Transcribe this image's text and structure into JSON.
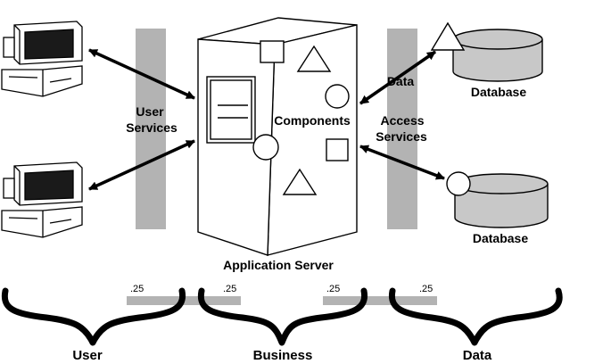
{
  "labels": {
    "user_services_line1": "User",
    "user_services_line2": "Services",
    "components": "Components",
    "data_access_line1": "Data",
    "data_access_line2": "Access",
    "data_access_line3": "Services",
    "database_top": "Database",
    "database_bottom": "Database",
    "application_server": "Application Server"
  },
  "tiers": {
    "user": "User",
    "business": "Business",
    "data": "Data"
  },
  "scale_marks": [
    ".25",
    ".25",
    ".25",
    ".25"
  ],
  "colors": {
    "stroke": "#000000",
    "band": "#b3b3b3",
    "database_fill": "#c8c8c8",
    "screen_dark": "#1a1a1a",
    "background": "#ffffff"
  },
  "icons": [
    "computer-icon",
    "computer-icon",
    "server-icon",
    "database-icon",
    "database-icon"
  ]
}
